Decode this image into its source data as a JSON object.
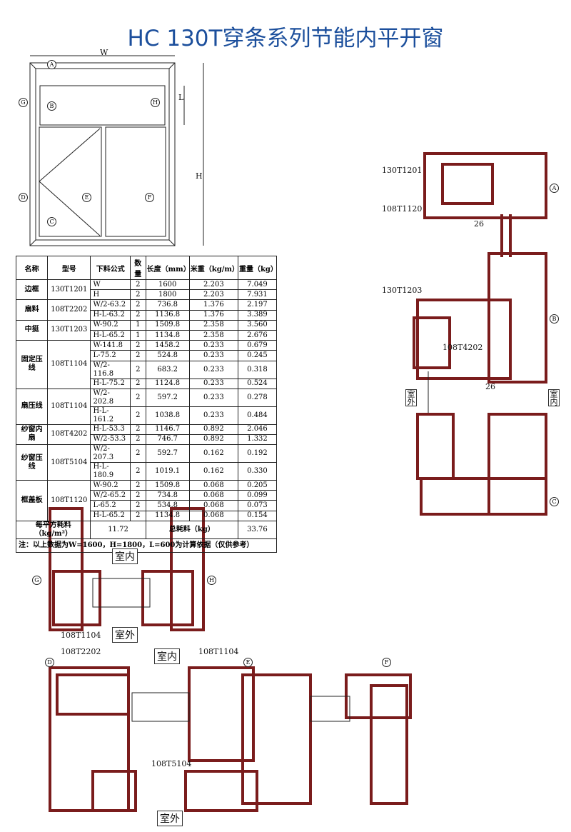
{
  "title": "HC 130T穿条系列节能内平开窗",
  "elevation": {
    "w": "W",
    "h": "H",
    "l": "L",
    "markers": [
      "A",
      "B",
      "C",
      "D",
      "E",
      "F",
      "G",
      "H"
    ]
  },
  "table": {
    "headers": [
      "名称",
      "型号",
      "下料公式",
      "数量",
      "长度（mm）",
      "米重（kg/m）",
      "重量（kg）"
    ],
    "groups": [
      {
        "name": "边框",
        "model": "130T1201",
        "rows": [
          [
            "W",
            "2",
            "1600",
            "2.203",
            "7.049"
          ],
          [
            "H",
            "2",
            "1800",
            "2.203",
            "7.931"
          ]
        ]
      },
      {
        "name": "扇料",
        "model": "108T2202",
        "rows": [
          [
            "W/2-63.2",
            "2",
            "736.8",
            "1.376",
            "2.197"
          ],
          [
            "H-L-63.2",
            "2",
            "1136.8",
            "1.376",
            "3.389"
          ]
        ]
      },
      {
        "name": "中挺",
        "model": "130T1203",
        "rows": [
          [
            "W-90.2",
            "1",
            "1509.8",
            "2.358",
            "3.560"
          ],
          [
            "H-L-65.2",
            "1",
            "1134.8",
            "2.358",
            "2.676"
          ]
        ]
      },
      {
        "name": "固定压线",
        "model": "108T1104",
        "rows": [
          [
            "W-141.8",
            "2",
            "1458.2",
            "0.233",
            "0.679"
          ],
          [
            "L-75.2",
            "2",
            "524.8",
            "0.233",
            "0.245"
          ],
          [
            "W/2-116.8",
            "2",
            "683.2",
            "0.233",
            "0.318"
          ],
          [
            "H-L-75.2",
            "2",
            "1124.8",
            "0.233",
            "0.524"
          ]
        ]
      },
      {
        "name": "扇压线",
        "model": "108T1104",
        "rows": [
          [
            "W/2-202.8",
            "2",
            "597.2",
            "0.233",
            "0.278"
          ],
          [
            "H-L-161.2",
            "2",
            "1038.8",
            "0.233",
            "0.484"
          ]
        ]
      },
      {
        "name": "纱窗内扇",
        "model": "108T4202",
        "rows": [
          [
            "H-L-53.3",
            "2",
            "1146.7",
            "0.892",
            "2.046"
          ],
          [
            "W/2-53.3",
            "2",
            "746.7",
            "0.892",
            "1.332"
          ]
        ]
      },
      {
        "name": "纱窗压线",
        "model": "108T5104",
        "rows": [
          [
            "W/2-207.3",
            "2",
            "592.7",
            "0.162",
            "0.192"
          ],
          [
            "H-L-180.9",
            "2",
            "1019.1",
            "0.162",
            "0.330"
          ]
        ]
      },
      {
        "name": "框盖板",
        "model": "108T1120",
        "rows": [
          [
            "W-90.2",
            "2",
            "1509.8",
            "0.068",
            "0.205"
          ],
          [
            "W/2-65.2",
            "2",
            "734.8",
            "0.068",
            "0.099"
          ],
          [
            "L-65.2",
            "2",
            "534.8",
            "0.068",
            "0.073"
          ],
          [
            "H-L-65.2",
            "2",
            "1134.8",
            "0.068",
            "0.154"
          ]
        ]
      }
    ],
    "per_m2_label": "每平方耗料（kg/m²）",
    "per_m2_value": "11.72",
    "total_label": "总耗料（kg）",
    "total_value": "33.76",
    "note": "注：以上数据为W=1600，H=1800，L=600为计算依据（仅供参考）"
  },
  "section_right": {
    "labels": [
      "130T1201",
      "108T1120",
      "130T1203",
      "108T4202"
    ],
    "dim": "26",
    "dim2": "26",
    "outside": "室外",
    "inside": "室内",
    "markers": [
      "A",
      "B",
      "C"
    ]
  },
  "section_gh": {
    "inside": "室内",
    "outside": "室外",
    "part": "108T1104",
    "markers": [
      "G",
      "H"
    ]
  },
  "section_def": {
    "inside": "室内",
    "outside": "室外",
    "parts": [
      "108T2202",
      "108T1104",
      "108T5104"
    ],
    "markers": [
      "D",
      "E",
      "F"
    ]
  },
  "colors": {
    "title": "#1c4f9c",
    "profile": "#7a1c1c"
  }
}
